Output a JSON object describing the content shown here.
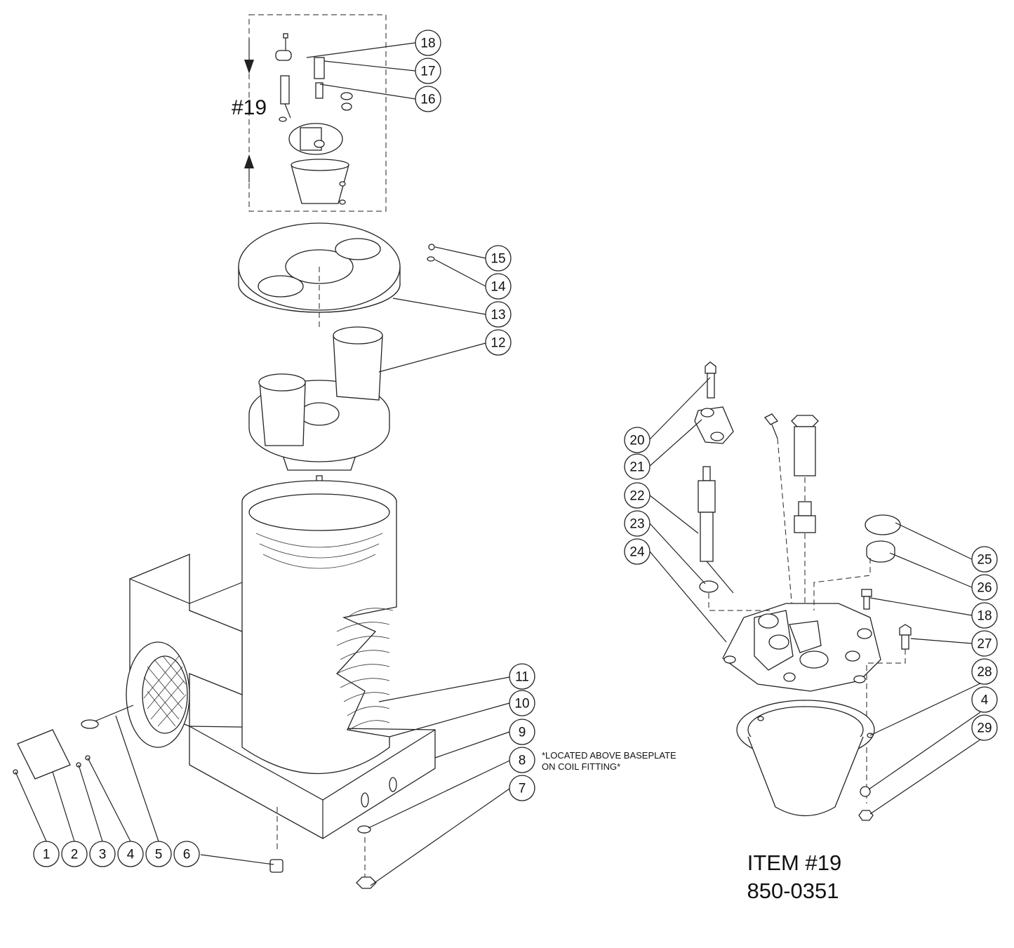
{
  "inset": {
    "label": "#19"
  },
  "callouts": [
    {
      "n": "1"
    },
    {
      "n": "2"
    },
    {
      "n": "3"
    },
    {
      "n": "4"
    },
    {
      "n": "5"
    },
    {
      "n": "6"
    },
    {
      "n": "7"
    },
    {
      "n": "8"
    },
    {
      "n": "9"
    },
    {
      "n": "10"
    },
    {
      "n": "11"
    },
    {
      "n": "12"
    },
    {
      "n": "13"
    },
    {
      "n": "14"
    },
    {
      "n": "15"
    },
    {
      "n": "16"
    },
    {
      "n": "17"
    },
    {
      "n": "18"
    },
    {
      "n": "20"
    },
    {
      "n": "21"
    },
    {
      "n": "22"
    },
    {
      "n": "23"
    },
    {
      "n": "24"
    },
    {
      "n": "25"
    },
    {
      "n": "26"
    },
    {
      "n": "18"
    },
    {
      "n": "27"
    },
    {
      "n": "28"
    },
    {
      "n": "4"
    },
    {
      "n": "29"
    }
  ],
  "note": {
    "line1": "*LOCATED ABOVE BASEPLATE",
    "line2": "ON COIL FITTING*"
  },
  "item_title": {
    "line1": "ITEM  #19",
    "line2": "850-0351"
  }
}
